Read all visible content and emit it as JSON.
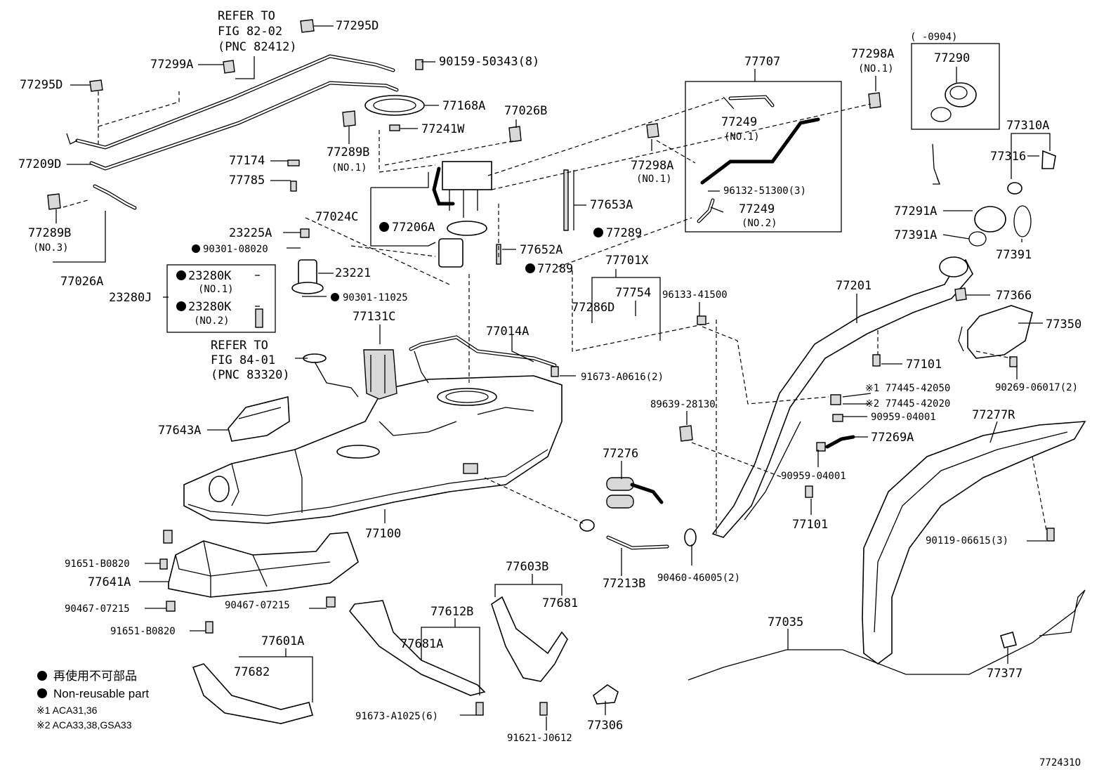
{
  "labels": {
    "l77295D_top": "77295D",
    "refer1a": "REFER TO",
    "refer1b": "FIG 82-02",
    "refer1c": "(PNC 82412)",
    "l77299A": "77299A",
    "l77295D_left": "77295D",
    "l90159": "90159-50343(8)",
    "l77168A": "77168A",
    "l77026B": "77026B",
    "l77241W": "77241W",
    "l77209D": "77209D",
    "l77289B_mid": "77289B",
    "no1_a": "(NO.1)",
    "l77174": "77174",
    "l77785": "77785",
    "l77289B_left": "77289B",
    "no3": "(NO.3)",
    "l77026A": "77026A",
    "l77024C": "77024C",
    "l23225A": "23225A",
    "l77206A": "77206A",
    "l90301_08020": "90301-08020",
    "l23221": "23221",
    "l23280K_1": "23280K",
    "no1_b": "(NO.1)",
    "l23280J": "23280J",
    "l23280K_2": "23280K",
    "no2_a": "(NO.2)",
    "l90301_11025": "90301-11025",
    "l77131C": "77131C",
    "refer2a": "REFER TO",
    "refer2b": "FIG 84-01",
    "refer2c": "(PNC 83320)",
    "l77643A": "77643A",
    "l77014A": "77014A",
    "l91673_A0616": "91673-A0616(2)",
    "l77653A": "77653A",
    "l77289_a": "77289",
    "l77652A": "77652A",
    "l77289_b": "77289",
    "l77707": "77707",
    "l77249_1": "77249",
    "no1_c": "(NO.1)",
    "l77298A_mid": "77298A",
    "no1_d": "(NO.1)",
    "l96132": "96132-51300(3)",
    "l77249_2": "77249",
    "no2_b": "(NO.2)",
    "l77298A_top": "77298A",
    "no1_e": "(NO.1)",
    "bracket_0904": "(      -0904)",
    "l77290": "77290",
    "l77310A": "77310A",
    "l77316": "77316",
    "l77291A": "77291A",
    "l77391A": "77391A",
    "l77391": "77391",
    "l77701X": "77701X",
    "l77754": "77754",
    "l96133": "96133-41500",
    "l77286D": "77286D",
    "l77201": "77201",
    "l77366": "77366",
    "l77350": "77350",
    "l77101_a": "77101",
    "l90269": "90269-06017(2)",
    "l77445_1": "※1 77445-42050",
    "l77445_2": "※2 77445-42020",
    "l89639": "89639-28130",
    "l90959_a": "90959-04001",
    "l77269A": "77269A",
    "l90959_b": "90959-04001",
    "l77101_b": "77101",
    "l77277R": "77277R",
    "l90119": "90119-06615(3)",
    "l77276": "77276",
    "l77100": "77100",
    "l91651_a": "91651-B0820",
    "l77641A": "77641A",
    "l90467_a": "90467-07215",
    "l90467_b": "90467-07215",
    "l91651_b": "91651-B0820",
    "l77213B": "77213B",
    "l90460": "90460-46005(2)",
    "l77603B": "77603B",
    "l77681": "77681",
    "l77612B": "77612B",
    "l77681A": "77681A",
    "l77601A": "77601A",
    "l77682": "77682",
    "l91673_A1025": "91673-A1025(6)",
    "l91621": "91621-J0612",
    "l77306": "77306",
    "l77035": "77035",
    "l77377": "77377",
    "legend_jp": "再使用不可部品",
    "legend_en": "Non-reusable part",
    "legend_n1": "※1 ACA31,36",
    "legend_n2": "※2 ACA33,38,GSA33",
    "figure_id": "772431O"
  }
}
